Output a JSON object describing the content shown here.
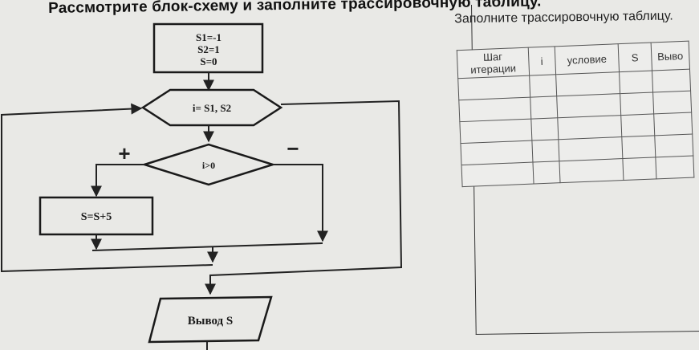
{
  "page": {
    "title": "Рассмотрите блок-схему и заполните трассировочную таблицу."
  },
  "flowchart": {
    "init_lines": [
      "S1=-1",
      "S2=1",
      "S=0"
    ],
    "loop_label": "i= S1, S2",
    "condition_label": "i>0",
    "plus_sign": "+",
    "minus_sign": "−",
    "action_label": "S=S+5",
    "output_label": "Вывод S"
  },
  "panel": {
    "heading": "Заполните трассировочную таблицу."
  },
  "table": {
    "headers": [
      "Шаг итерации",
      "i",
      "условие",
      "S",
      "Выво"
    ],
    "rows": [
      [
        "",
        "",
        "",
        "",
        ""
      ],
      [
        "",
        "",
        "",
        "",
        ""
      ],
      [
        "",
        "",
        "",
        "",
        ""
      ],
      [
        "",
        "",
        "",
        "",
        ""
      ],
      [
        "",
        "",
        "",
        "",
        ""
      ]
    ]
  }
}
